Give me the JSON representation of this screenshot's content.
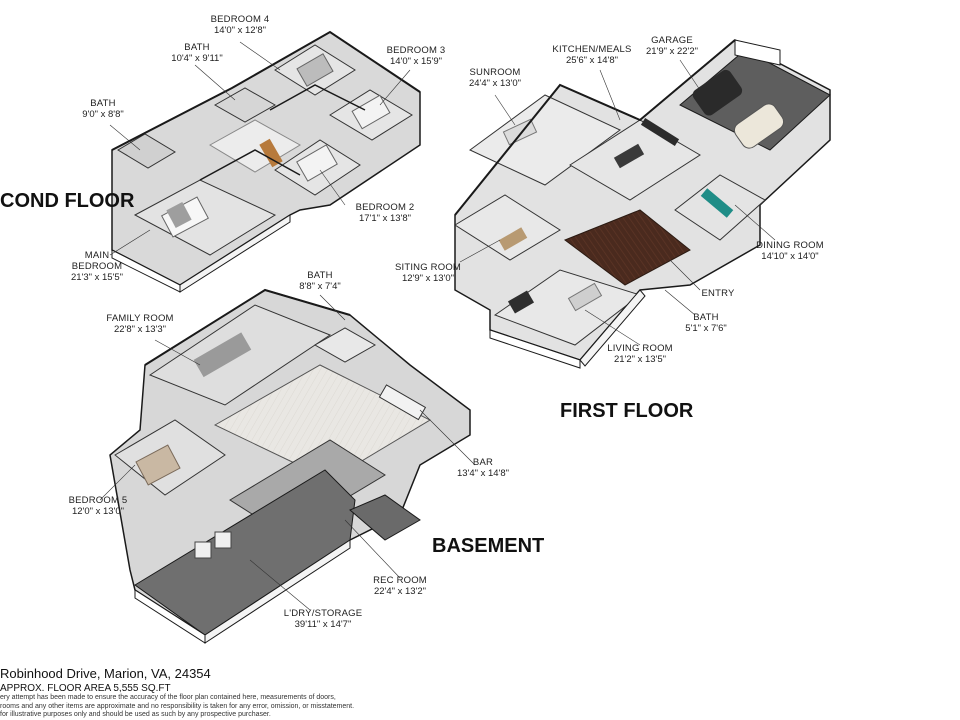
{
  "floors": {
    "second": "COND FLOOR",
    "first": "FIRST FLOOR",
    "basement": "BASEMENT"
  },
  "rooms": {
    "bedroom4": {
      "name": "BEDROOM 4",
      "dim": "14'0\" x 12'8\""
    },
    "bath_upper": {
      "name": "BATH",
      "dim": "10'4\" x 9'11\""
    },
    "bedroom3": {
      "name": "BEDROOM 3",
      "dim": "14'0\" x 15'9\""
    },
    "bath_left": {
      "name": "BATH",
      "dim": "9'0\" x 8'8\""
    },
    "bedroom2": {
      "name": "BEDROOM 2",
      "dim": "17'1\" x 13'8\""
    },
    "main_bedroom": {
      "name1": "MAIN",
      "name2": "BEDROOM",
      "dim": "21'3\" x 15'5\""
    },
    "sunroom": {
      "name": "SUNROOM",
      "dim": "24'4\" x 13'0\""
    },
    "kitchen": {
      "name": "KITCHEN/MEALS",
      "dim": "25'6\" x 14'8\""
    },
    "garage": {
      "name": "GARAGE",
      "dim": "21'9\" x 22'2\""
    },
    "dining": {
      "name": "DINING ROOM",
      "dim": "14'10\" x 14'0\""
    },
    "siting": {
      "name": "SITING ROOM",
      "dim": "12'9\" x 13'0\""
    },
    "entry": {
      "name": "ENTRY"
    },
    "bath_first": {
      "name": "BATH",
      "dim": "5'1\" x 7'6\""
    },
    "living": {
      "name": "LIVING ROOM",
      "dim": "21'2\" x 13'5\""
    },
    "bath_base": {
      "name": "BATH",
      "dim": "8'8\" x 7'4\""
    },
    "family": {
      "name": "FAMILY ROOM",
      "dim": "22'8\" x 13'3\""
    },
    "bar": {
      "name": "BAR",
      "dim": "13'4\" x 14'8\""
    },
    "bedroom5": {
      "name": "BEDROOM 5",
      "dim": "12'0\" x 13'0\""
    },
    "rec": {
      "name": "REC ROOM",
      "dim": "22'4\" x 13'2\""
    },
    "laundry": {
      "name": "L'DRY/STORAGE",
      "dim": "39'11\" x 14'7\""
    }
  },
  "footer": {
    "address": "Robinhood Drive, Marion, VA, 24354",
    "area": "APPROX. FLOOR AREA 5,555 SQ.FT",
    "disclaimer1": "ery attempt has been made to ensure the accuracy of the floor plan contained here, measurements of doors,",
    "disclaimer2": "rooms and any other items are approximate and no responsibility is taken for any error, omission, or misstatement.",
    "disclaimer3": "for illustrative purposes only and should be used as such by any prospective purchaser."
  },
  "colors": {
    "wall": "#ffffff",
    "wall_edge": "#1a1a1a",
    "floor_light": "#e6e6e6",
    "floor_mid": "#d2d2d2",
    "floor_dark": "#6f6f6f",
    "wood": "#4a2a1e",
    "dining_table": "#1f8d87",
    "car": "#2a2a2a"
  }
}
